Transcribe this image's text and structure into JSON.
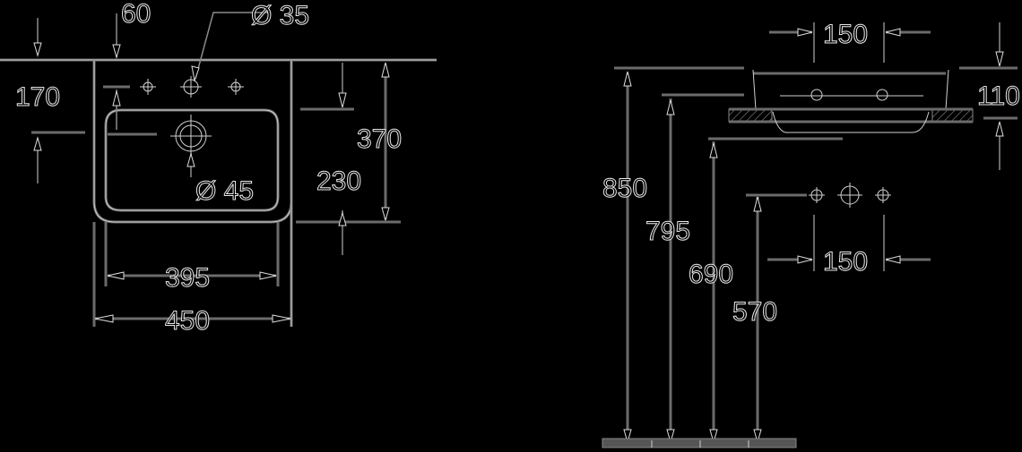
{
  "drawing": {
    "subject": "wash basin dimension drawing",
    "background": "#000000",
    "line_color": "#6b6b6b",
    "units": "mm"
  },
  "top_view": {
    "dims": {
      "offset_60": "60",
      "tap_hole_dia": "Ø 35",
      "depth_170": "170",
      "waste_dia": "Ø 45",
      "depth_370": "370",
      "bowl_230": "230",
      "inner_width_395": "395",
      "outer_width_450": "450"
    }
  },
  "side_view": {
    "dims": {
      "tap_spacing_top": "150",
      "thickness_110": "110",
      "height_850": "850",
      "height_795": "795",
      "height_690": "690",
      "height_570": "570",
      "tap_spacing_bottom": "150"
    }
  }
}
